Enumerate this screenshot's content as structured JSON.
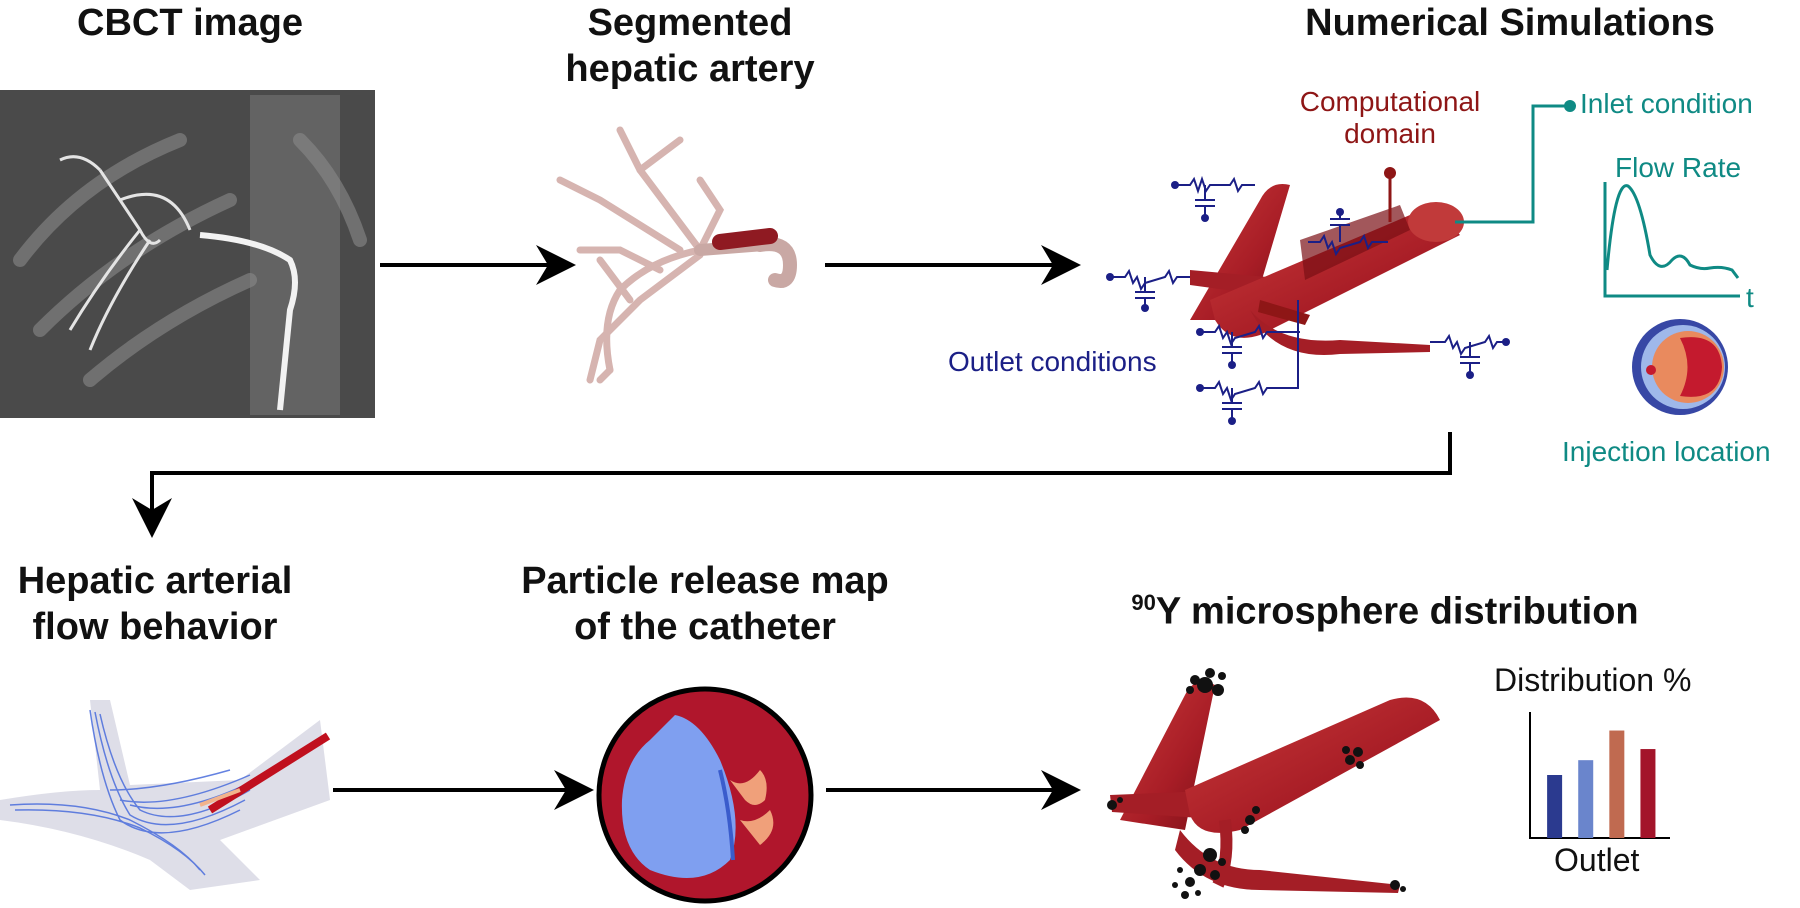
{
  "titles": {
    "cbct": "CBCT image",
    "segmented": "Segmented hepatic artery",
    "segmented_line1": "Segmented",
    "segmented_line2": "hepatic artery",
    "numerical": "Numerical Simulations",
    "flow_line1": "Hepatic arterial",
    "flow_line2": "flow behavior",
    "release_line1": "Particle release map",
    "release_line2": "of the catheter",
    "dist_sup": "90",
    "dist_text": "Y microsphere distribution"
  },
  "annotations": {
    "computational_line1": "Computational",
    "computational_line2": "domain",
    "inlet": "Inlet condition",
    "flow_rate": "Flow Rate",
    "time_axis": "t",
    "outlet_conditions": "Outlet conditions",
    "injection_location": "Injection location",
    "distribution_pct": "Distribution %",
    "outlet_axis": "Outlet"
  },
  "chart_data": {
    "type": "bar",
    "title": "Distribution %",
    "xlabel": "Outlet",
    "ylabel": "",
    "categories": [
      "",
      "",
      "",
      ""
    ],
    "values": [
      17,
      21,
      29,
      24
    ],
    "ylim": [
      0,
      34
    ],
    "colors": [
      "#2b3a8f",
      "#6a85cc",
      "#c06a50",
      "#a3142a"
    ]
  },
  "colors": {
    "artery_red": "#b8232b",
    "teal": "#0f8a84",
    "navy": "#1b1f86",
    "dark_red": "#8e1616",
    "release_blue": "#7f9ff0",
    "release_bg": "#b0162c",
    "release_salmon": "#f0a07a"
  }
}
